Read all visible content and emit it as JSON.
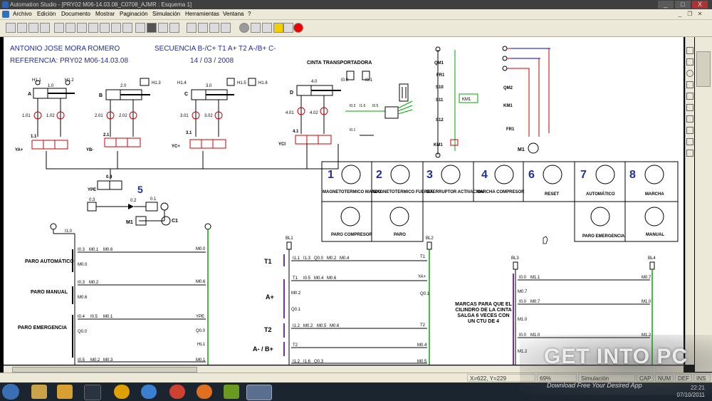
{
  "window": {
    "title": "Automation Studio - [PRY02 M06-14.03.08_C0708_AJMR : Esquema 1]",
    "min": "_",
    "max": "□",
    "close": "X"
  },
  "menu": [
    "Archivo",
    "Edición",
    "Documento",
    "Mostrar",
    "Paginación",
    "Simulación",
    "Herramientas",
    "Ventana",
    "?"
  ],
  "header": {
    "author": "ANTONIO JOSE MORA ROMERO",
    "sequence": "SECUENCIA B-/C+  T1  A+  T2  A-/B+  C-",
    "reference": "REFERENCIA: PRY02 M06-14.03.08",
    "date": "14 / 03 / 2008",
    "conveyor": "CINTA TRANSPORTADORA"
  },
  "pneumatic": {
    "cylinders": [
      {
        "name": "A",
        "rod": "1.0",
        "s1": "H1.1",
        "s2": "H1.2",
        "v1": "1.01",
        "v2": "1.02",
        "valve": "1.1",
        "sol": "YA+"
      },
      {
        "name": "B",
        "rod": "2.0",
        "s2": "H1.3",
        "v1": "2.01",
        "v2": "2.02",
        "valve": "2.1",
        "sol": "YB-"
      },
      {
        "name": "C",
        "rod": "3.0",
        "s1": "H1.4",
        "s2": "H1.5",
        "s3": "H1.6",
        "v1": "3.01",
        "v2": "3.02",
        "valve": "3.1",
        "sol": "YC+"
      },
      {
        "name": "D",
        "rod": "4.0",
        "v1": "4.01",
        "v2": "4.02",
        "valve": "4.1",
        "sol": "YCI"
      }
    ],
    "conveyor_tags": [
      "I0.0",
      "I0.1",
      "I0.3",
      "I1.6",
      "I0.5",
      "I0.1"
    ],
    "supply": {
      "valve": "0.4",
      "sol": "YPE",
      "num": "5",
      "v02": "0.2",
      "v01": "0.1",
      "v03": "0.3",
      "motor": "M1",
      "comp": "C1"
    }
  },
  "panel": [
    {
      "num": "1",
      "label": "MAGNETOTERMICO MANDO"
    },
    {
      "num": "2",
      "label": "MAGNETOTERMICO FUERZA"
    },
    {
      "num": "3",
      "label": "INTERRUPTOR ACTIVACION"
    },
    {
      "num": "4",
      "label": "MARCHA COMPRESOR"
    },
    {
      "num": "6",
      "label": "RESET"
    },
    {
      "num": "7",
      "label": "AUTOMÁTICO"
    },
    {
      "num": "8",
      "label": "MARCHA"
    }
  ],
  "panel2": [
    {
      "label": "PARO COMPRESOR"
    },
    {
      "label": "PARO"
    },
    {
      "label": "PARO EMERGENCIA"
    },
    {
      "label": "MANUAL"
    }
  ],
  "power": {
    "left": [
      "QM1",
      "FR1",
      "S10",
      "S11",
      "S12",
      "KM1"
    ],
    "coil": "KM1",
    "right": [
      "QM2",
      "KM1",
      "FR1",
      "M1"
    ]
  },
  "ladder": {
    "left_top": "I1.0",
    "rungs_left": [
      {
        "label": "PARO AUTOMÁTICO",
        "c": [
          "I0.3",
          "M0.1",
          "M0.6"
        ],
        "p": "M0.0",
        "coil": "M0.0"
      },
      {
        "label": "PARO MANUAL",
        "c": [
          "I0.3",
          "M0.2"
        ],
        "p": "M0.6",
        "coil": "M0.6"
      },
      {
        "label": "PARO EMERGENCIA",
        "c": [
          "I0.4",
          "I0.5",
          "M0.1"
        ],
        "p": "Q0.0",
        "coil": "YPE",
        "coil2": "Q0.0",
        "coil3": "HL1"
      },
      {
        "c": [
          "I0.5",
          "M0.2",
          "M0.3"
        ],
        "coil": "M0.1"
      }
    ],
    "bl1": "BL1",
    "bl2": "BL2",
    "bl3": "BL3",
    "bl4": "BL4",
    "rungs_mid": [
      {
        "label": "T1",
        "c": [
          "I1.1",
          "I1.3",
          "Q0.0",
          "M0.2",
          "M0.4"
        ],
        "coil": "T1"
      },
      {
        "label": "A+",
        "c": [
          "T1",
          "I0.5",
          "M0.4",
          "M0.6"
        ],
        "p": "M0.2",
        "p2": "Q0.1",
        "coil": "YA+",
        "coil2": "Q0.1"
      },
      {
        "label": "T2",
        "c": [
          "I1.2",
          "M0.2",
          "M0.5",
          "M0.6"
        ],
        "coil": "T2"
      },
      {
        "label": "A- / B+",
        "c": [
          "T2"
        ],
        "coil": "M0.4"
      },
      {
        "c": [
          "I1.2",
          "I1.6",
          "Q0.3"
        ],
        "coil": "M0.5"
      }
    ],
    "note": "MARCAS PARA QUE EL CILINDRO DE LA CINTA SALGA 6 VECES CON UN CTU DE 4",
    "rungs_right": [
      {
        "c": [
          "I0.0",
          "M1.1"
        ],
        "p": "M0.7",
        "coil": "M0.7"
      },
      {
        "c": [
          "I0.0",
          "M0.7"
        ],
        "p": "M1.0",
        "coil": "M1.0"
      },
      {
        "c": [
          "I0.0",
          "M1.0"
        ],
        "p": "M1.2",
        "coil": "M1.2"
      }
    ]
  },
  "status": {
    "coords": "X=622, Y=229",
    "zoom": "69%",
    "mode": "Simulación",
    "cap": "CAP",
    "num": "NUM",
    "def": "DEF",
    "ins": "INS"
  },
  "watermark": {
    "text": "GET INTO PC",
    "sub": "Download Free Your Desired App"
  },
  "clock": {
    "time": "22:21",
    "date": "07/10/2011"
  },
  "colors": {
    "title_bg": "#3f3f3f",
    "chrome": "#ece9d8",
    "label_blue": "#1f2f9a",
    "taskbar": "#1b2530",
    "stop_red": "#e00000",
    "warn_yellow": "#f2d000"
  }
}
